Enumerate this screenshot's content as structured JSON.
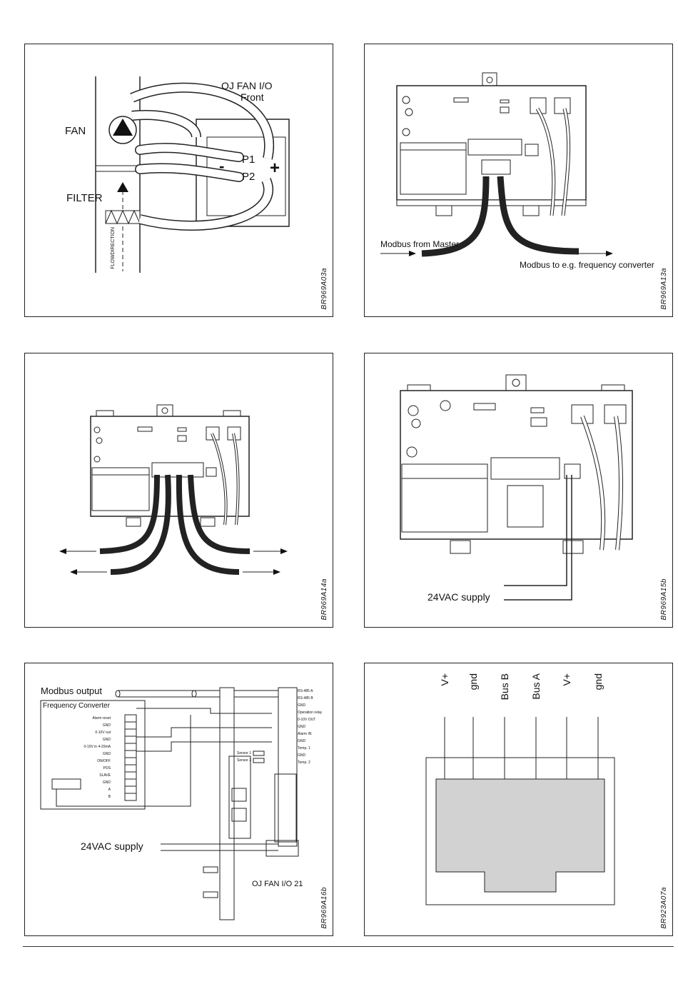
{
  "panels": {
    "p1": {
      "code": "BR969A03a",
      "title_line1": "OJ FAN I/O",
      "title_line2": "Front",
      "fan": "FAN",
      "filter": "FILTER",
      "flow": "FLOWDIRECTION",
      "p1": "P1",
      "p2": "P2",
      "minus": "-",
      "plus": "+"
    },
    "p2": {
      "code": "BR969A13a",
      "modbus_in": "Modbus from Master",
      "modbus_out": "Modbus to e.g. frequency converter"
    },
    "p3": {
      "code": "BR969A14a"
    },
    "p4": {
      "code": "BR969A15b",
      "supply": "24VAC supply"
    },
    "p5": {
      "code": "BR969A16b",
      "modbus_output": "Modbus output",
      "fc_title": "Frequency Converter",
      "supply": "24VAC supply",
      "device": "OJ FAN I/O 21",
      "fc_terminals": [
        "Alarm reset",
        "GND",
        "0-10V out",
        "GND",
        "0-10V in 4-20mA",
        "GND",
        "ON/OFF",
        "POS",
        "SLAVE",
        "GND",
        "A",
        "B"
      ],
      "io_terminals": [
        "RS-485 A",
        "RS-485 B",
        "GND",
        "Operation relay",
        "0-10V OUT",
        "GND",
        "Alarm IN",
        "GND",
        "Temp. 1",
        "GND",
        "Temp. 2"
      ],
      "sensor1": "Sensor 1",
      "sensor2": "Sensor 2"
    },
    "p6": {
      "code": "BR923A07a",
      "pins": [
        "V+",
        "gnd",
        "Bus B",
        "Bus A",
        "V+",
        "gnd"
      ]
    }
  }
}
